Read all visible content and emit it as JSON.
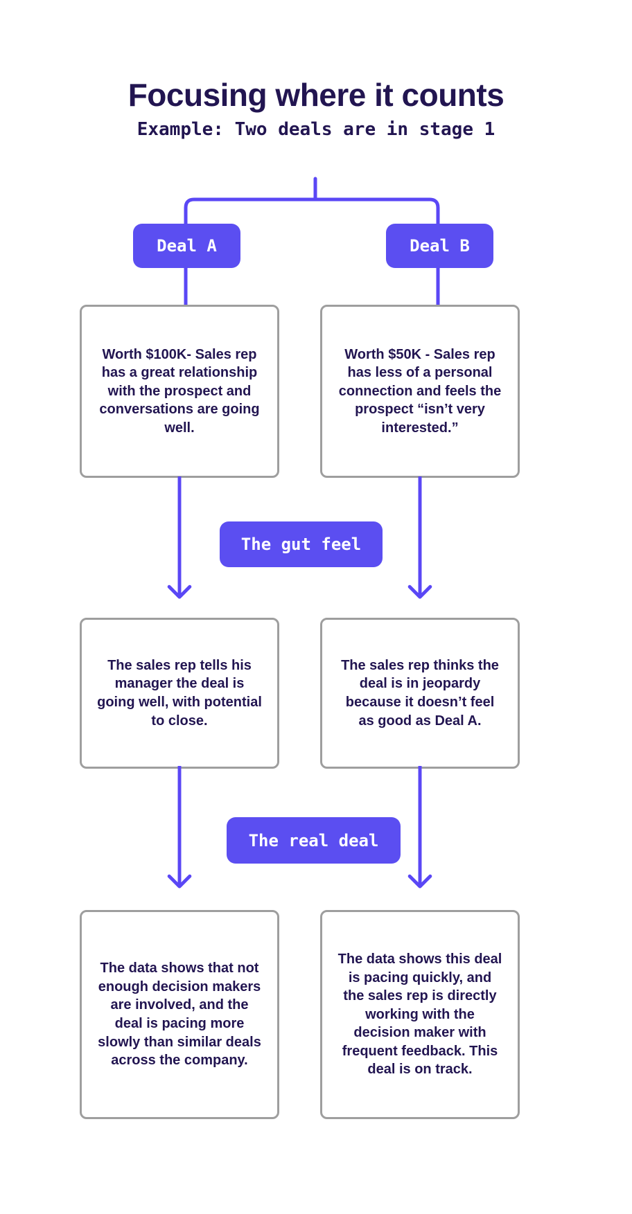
{
  "header": {
    "title": "Focusing where it counts",
    "subtitle": "Example: Two deals are in stage 1"
  },
  "colors": {
    "accent": "#5B4EF1",
    "connector": "#5A47F5",
    "heading_text": "#221551",
    "body_text": "#221551",
    "box_border": "#9E9E9E",
    "pill_text": "#FFFFFF",
    "background": "#FFFFFF"
  },
  "flow": {
    "branches": [
      {
        "label": "Deal A",
        "steps": [
          "Worth $100K- Sales rep has a great relationship with the prospect and conversations are going well.",
          "The sales rep tells his manager the deal is going well, with potential to close.",
          "The data shows that not enough decision makers are involved, and the deal is pacing more slowly than similar deals across the company."
        ]
      },
      {
        "label": "Deal B",
        "steps": [
          "Worth $50K - Sales rep has less of a personal connection and feels the prospect “isn’t very interested.”",
          "The sales rep thinks the deal is in jeopardy because it doesn’t feel as good as Deal A.",
          "The data shows this deal is pacing quickly, and the sales rep is directly working with the decision maker with frequent feedback. This deal is on track."
        ]
      }
    ],
    "stage_labels": [
      "The gut feel",
      "The real deal"
    ]
  }
}
